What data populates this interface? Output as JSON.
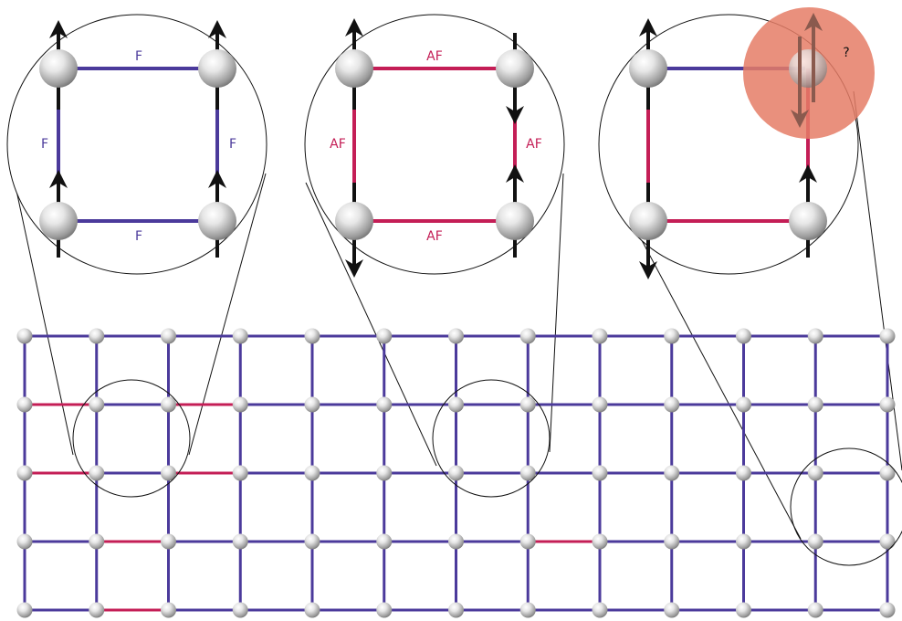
{
  "colors": {
    "ferro": "#4b3a9b",
    "antiferro": "#c41e56",
    "spin_arrow": "#111111",
    "frustration_highlight": "#e57c66",
    "frustrated_spin": "#8a5a4e",
    "outline": "#111111",
    "atom_light": "#f4f4f4",
    "atom_dark": "#7e7e7e"
  },
  "legend": {
    "ferro_label": "F",
    "antiferro_label": "AF",
    "unknown_label": "?"
  },
  "insets": [
    {
      "id": "ferromagnetic-plaquette",
      "spins": [
        "up",
        "up",
        "up",
        "up"
      ],
      "bonds": [
        "F",
        "F",
        "F",
        "F"
      ]
    },
    {
      "id": "antiferromagnetic-plaquette",
      "spins": [
        "up",
        "down",
        "down",
        "up"
      ],
      "bonds": [
        "AF",
        "AF",
        "AF",
        "AF"
      ]
    },
    {
      "id": "frustrated-plaquette",
      "spins": [
        "up",
        "?",
        "down",
        "up"
      ],
      "bonds": [
        "F",
        "AF",
        "AF",
        "AF"
      ]
    }
  ],
  "lattice": {
    "cols": 13,
    "rows": 5,
    "horizontal_bonds": [
      "FFFFFFFFFFFF",
      "AFAFFFFFFFFF",
      "AFAFFFFFFFFF",
      "FAFFFFFAFFFF",
      "FAFFFFFFFFFF"
    ],
    "vertical_bonds": [
      "FFFFFFFFFFFFF",
      "FFFFFFFFFFFFF",
      "FFFFFFFFFFFFF",
      "FFFFFFFFFFFFF"
    ]
  }
}
